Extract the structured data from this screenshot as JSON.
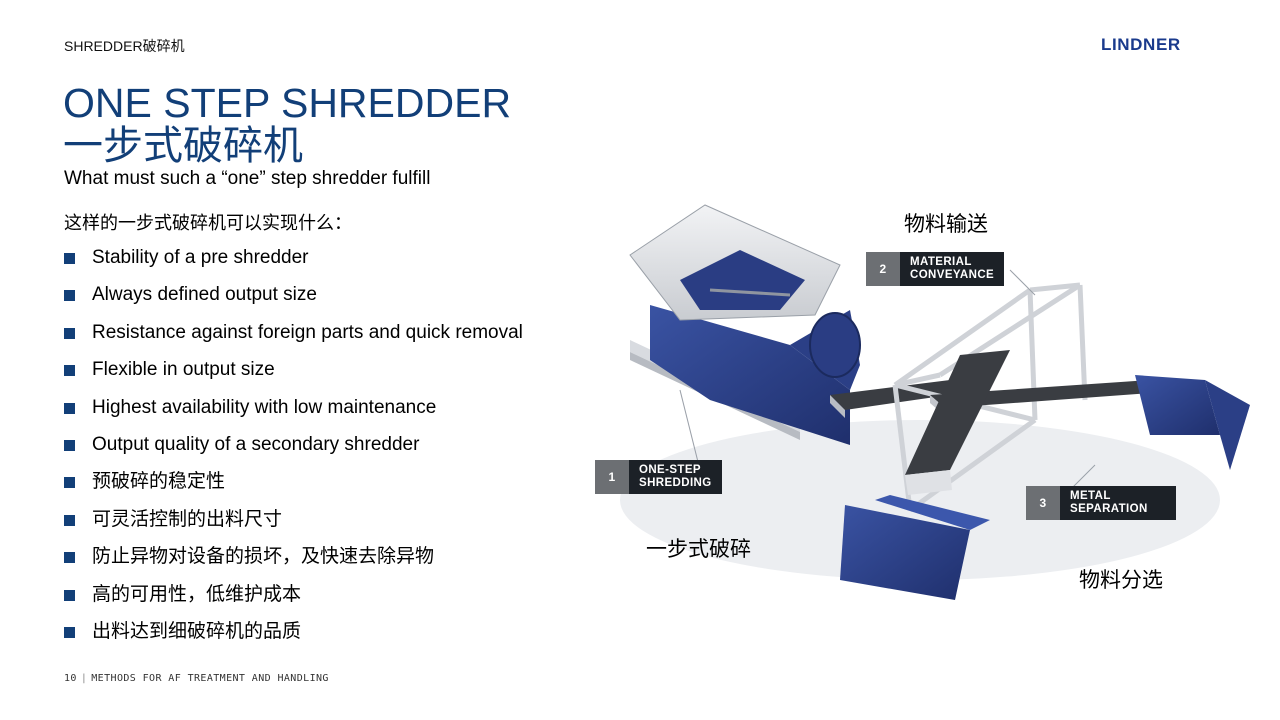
{
  "header": {
    "label": "SHREDDER破碎机",
    "logo": "LINDNER"
  },
  "title": {
    "en": "ONE STEP SHREDDER",
    "zh": "一步式破碎机"
  },
  "subtitle": {
    "en": "What must such a “one” step shredder fulfill",
    "zh": "这样的一步式破碎机可以实现什么："
  },
  "bullets": [
    "Stability of a pre shredder",
    "Always defined output size",
    "Resistance against foreign parts and quick removal",
    "Flexible in output size",
    "Highest availability with low maintenance",
    "Output quality of a secondary shredder",
    "预破碎的稳定性",
    "可灵活控制的出料尺寸",
    "防止异物对设备的损坏，及快速去除异物",
    "高的可用性，低维护成本",
    "出料达到细破碎机的品质"
  ],
  "callouts": [
    {
      "num": "1",
      "line1": "ONE-STEP",
      "line2": "SHREDDING",
      "zh": "一步式破碎"
    },
    {
      "num": "2",
      "line1": "MATERIAL",
      "line2": "CONVEYANCE",
      "zh": "物料输送"
    },
    {
      "num": "3",
      "line1": "METAL",
      "line2": "SEPARATION",
      "zh": "物料分选"
    }
  ],
  "footer": {
    "page": "10",
    "text": "METHODS FOR AF TREATMENT AND HANDLING"
  },
  "colors": {
    "title": "#123f78",
    "bullet": "#123f78",
    "logo": "#1a3a8c",
    "callout_dark": "#1c2127",
    "callout_num": "#6c6f73",
    "machine_blue": "#2a3f86"
  }
}
